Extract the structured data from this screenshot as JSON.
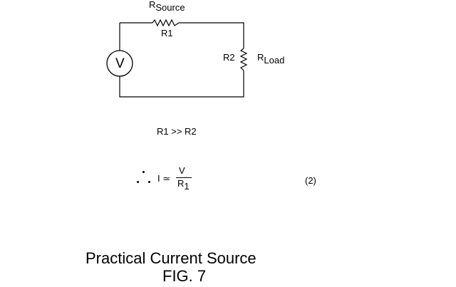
{
  "labels": {
    "rsource_main": "R",
    "rsource_sub": "Source",
    "r1": "R1",
    "r2": "R2",
    "rload_main": "R",
    "rload_sub": "Load",
    "v_symbol": "V",
    "condition": "R1 >> R2",
    "formula_lhs": "I ≃",
    "formula_num": "V",
    "formula_den_main": "R",
    "formula_den_sub": "1",
    "equation_number": "(2)",
    "caption_title": "Practical Current Source",
    "caption_fig": "FIG. 7"
  }
}
